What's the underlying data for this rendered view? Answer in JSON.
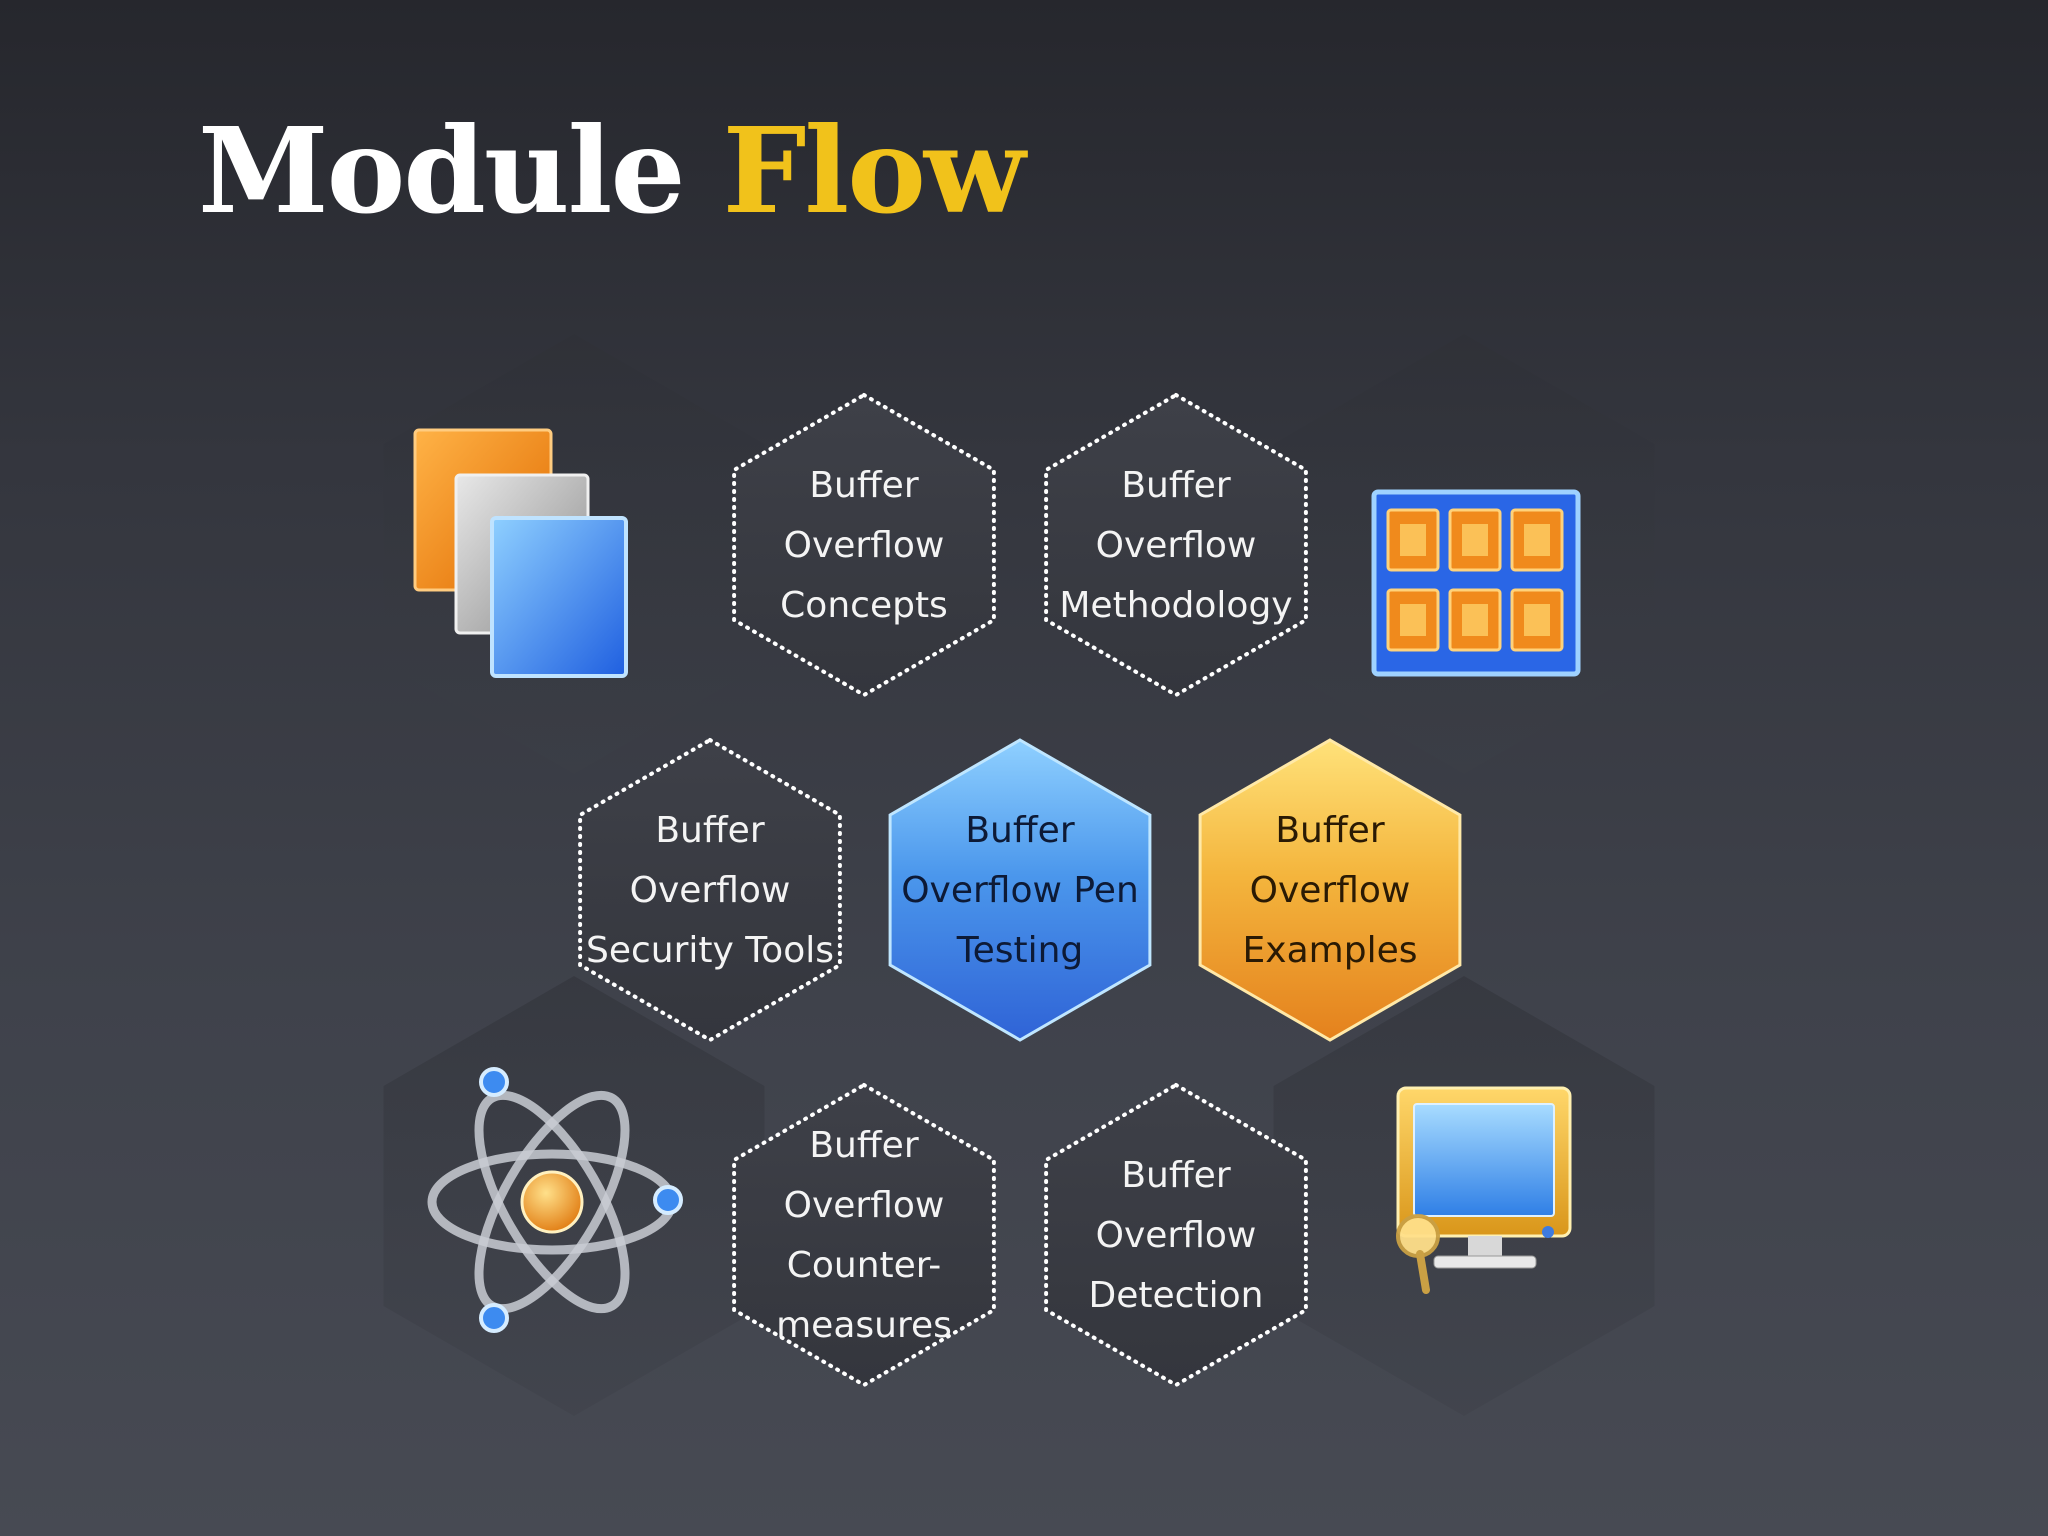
{
  "title": {
    "word1": "Module",
    "word2": "Flow"
  },
  "colors": {
    "title_white": "#ffffff",
    "title_accent": "#f1c21b",
    "hex_dark": "#393b43",
    "hex_blue": "#4a8fe0",
    "hex_orange": "#f0a832"
  },
  "hexes": [
    {
      "name": "hex-buffer-overflow-concepts",
      "style": "dark",
      "lines": [
        "Buffer",
        "Overflow",
        "Concepts"
      ]
    },
    {
      "name": "hex-buffer-overflow-methodology",
      "style": "dark",
      "lines": [
        "Buffer",
        "Overflow",
        "Methodology"
      ]
    },
    {
      "name": "hex-buffer-overflow-security-tools",
      "style": "dark",
      "lines": [
        "Buffer",
        "Overflow",
        "Security Tools"
      ]
    },
    {
      "name": "hex-buffer-overflow-pen-testing",
      "style": "blue",
      "lines": [
        "Buffer",
        "Overflow Pen",
        "Testing"
      ]
    },
    {
      "name": "hex-buffer-overflow-examples",
      "style": "orange",
      "lines": [
        "Buffer",
        "Overflow",
        "Examples"
      ]
    },
    {
      "name": "hex-buffer-overflow-countermeasures",
      "style": "dark",
      "lines": [
        "Buffer",
        "Overflow",
        "Counter-",
        "measures"
      ]
    },
    {
      "name": "hex-buffer-overflow-detection",
      "style": "dark",
      "lines": [
        "Buffer",
        "Overflow",
        "Detection"
      ]
    }
  ],
  "icons": [
    {
      "name": "stacked-documents-icon"
    },
    {
      "name": "image-grid-icon"
    },
    {
      "name": "atom-icon"
    },
    {
      "name": "computer-search-icon"
    }
  ]
}
